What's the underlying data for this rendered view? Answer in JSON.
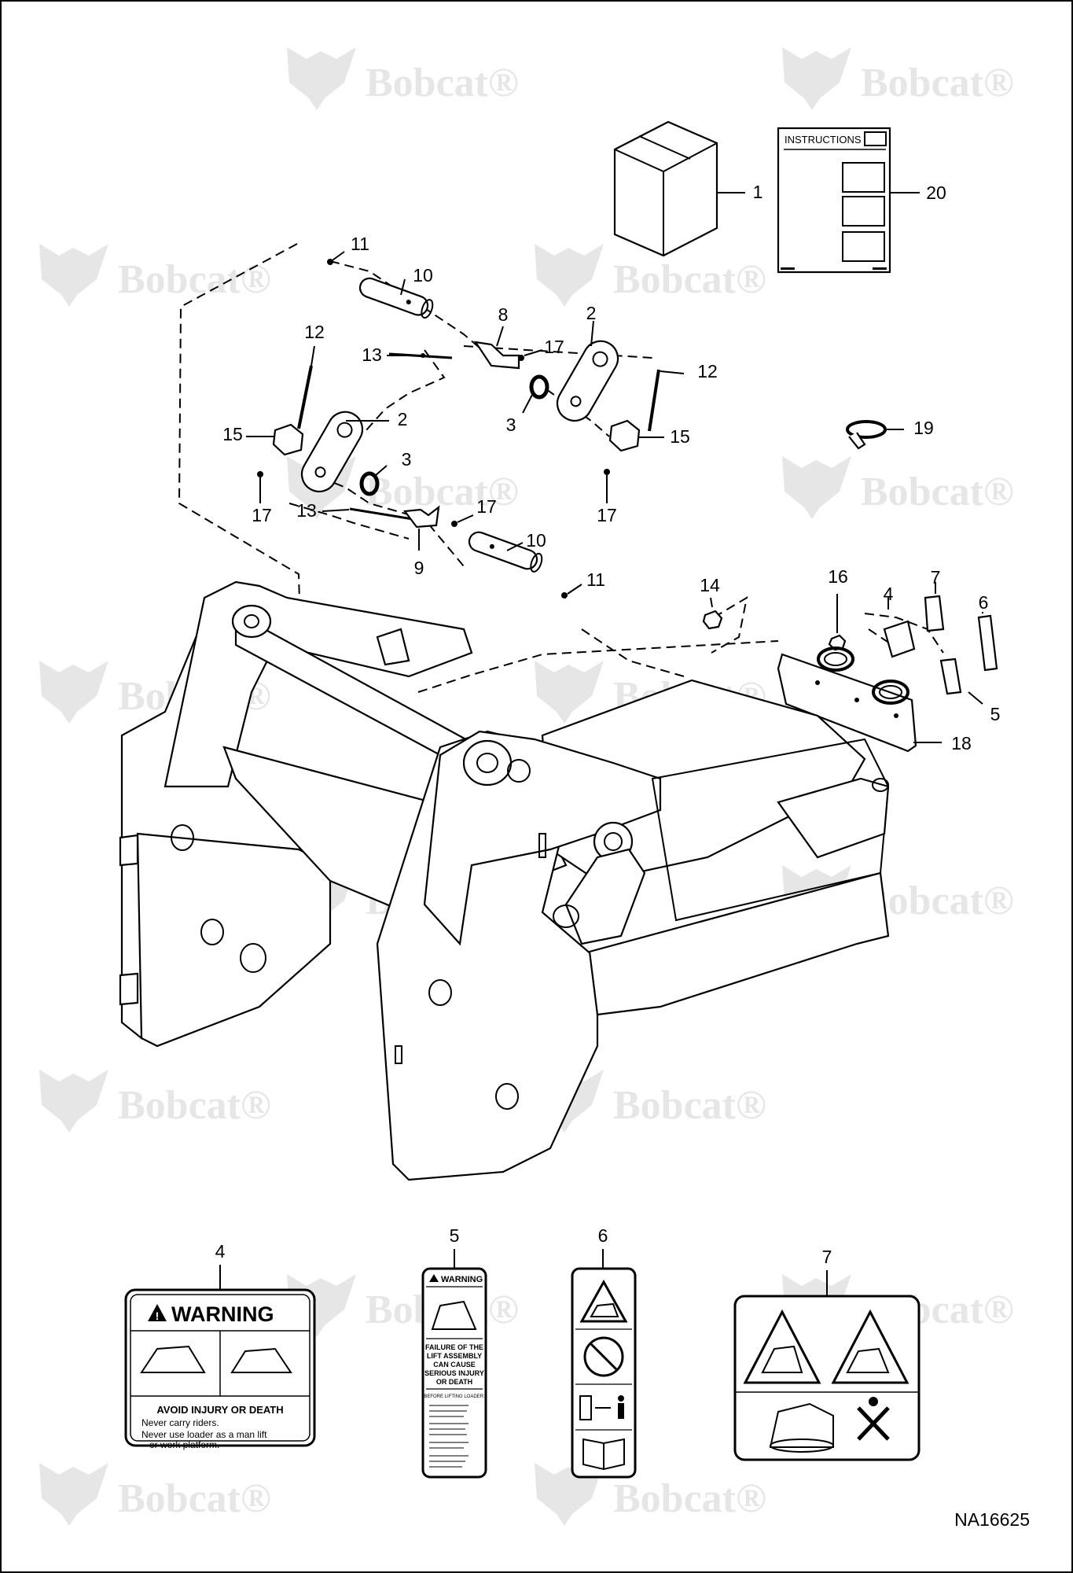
{
  "watermark": {
    "brand": "Bobcat",
    "registered": "®"
  },
  "drawing_id": "NA16625",
  "instructions_label": "INSTRUCTIONS",
  "callouts": {
    "c1": "1",
    "c20": "20",
    "c11a": "11",
    "c10a": "10",
    "c8": "8",
    "c17a": "17",
    "c2a": "2",
    "c12a": "12",
    "c13a": "13",
    "c12b": "12",
    "c15a": "15",
    "c2b": "2",
    "c3a": "3",
    "c3b": "3",
    "c15b": "15",
    "c19": "19",
    "c17b": "17",
    "c13b": "13",
    "c17c": "17",
    "c17d": "17",
    "c9": "9",
    "c10b": "10",
    "c11b": "11",
    "c14": "14",
    "c16": "16",
    "c4": "4",
    "c7": "7",
    "c6": "6",
    "c5": "5",
    "c18": "18"
  },
  "decal_callouts": {
    "d4": "4",
    "d5": "5",
    "d6": "6",
    "d7": "7"
  },
  "decal4": {
    "title": "WARNING",
    "subtitle": "AVOID INJURY OR DEATH",
    "bullets": [
      "Never carry riders.",
      "Never use loader as a man lift",
      "or work platform."
    ]
  },
  "decal5": {
    "title": "WARNING",
    "lines": [
      "FAILURE OF THE",
      "LIFT ASSEMBLY",
      "CAN CAUSE",
      "SERIOUS INJURY",
      "OR DEATH"
    ],
    "heading": "BEFORE LIFTING LOADER:"
  }
}
